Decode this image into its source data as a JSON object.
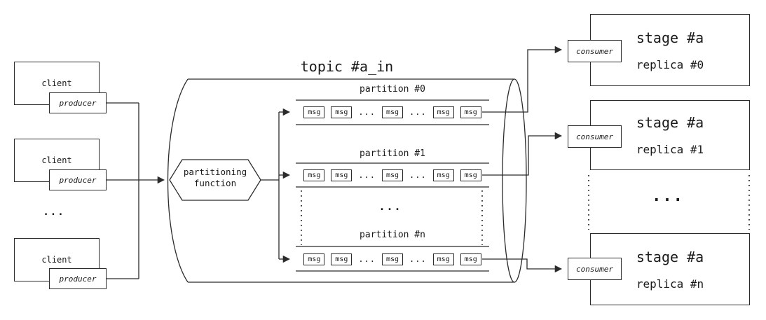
{
  "topic": {
    "title": "topic #a_in"
  },
  "clients": [
    {
      "label": "client",
      "producer_label": "producer"
    },
    {
      "label": "client",
      "producer_label": "producer"
    },
    {
      "label": "client",
      "producer_label": "producer"
    }
  ],
  "clients_ellipsis": "...",
  "partitioning_function": {
    "line1": "partitioning",
    "line2": "function"
  },
  "partitions": [
    {
      "label": "partition #0",
      "messages": [
        "msg",
        "msg",
        "...",
        "msg",
        "...",
        "msg",
        "msg"
      ]
    },
    {
      "label": "partition #1",
      "messages": [
        "msg",
        "msg",
        "...",
        "msg",
        "...",
        "msg",
        "msg"
      ]
    },
    {
      "label": "partition #n",
      "messages": [
        "msg",
        "msg",
        "...",
        "msg",
        "...",
        "msg",
        "msg"
      ]
    }
  ],
  "partitions_ellipsis": "...",
  "consumers": [
    {
      "label": "consumer"
    },
    {
      "label": "consumer"
    },
    {
      "label": "consumer"
    }
  ],
  "stages": [
    {
      "title": "stage #a",
      "replica": "replica #0"
    },
    {
      "title": "stage #a",
      "replica": "replica #1"
    },
    {
      "title": "stage #a",
      "replica": "replica #n"
    }
  ],
  "stages_ellipsis": "...",
  "colors": {
    "stroke": "#2b2b2b",
    "background": "#ffffff",
    "text": "#1a1a1a"
  }
}
